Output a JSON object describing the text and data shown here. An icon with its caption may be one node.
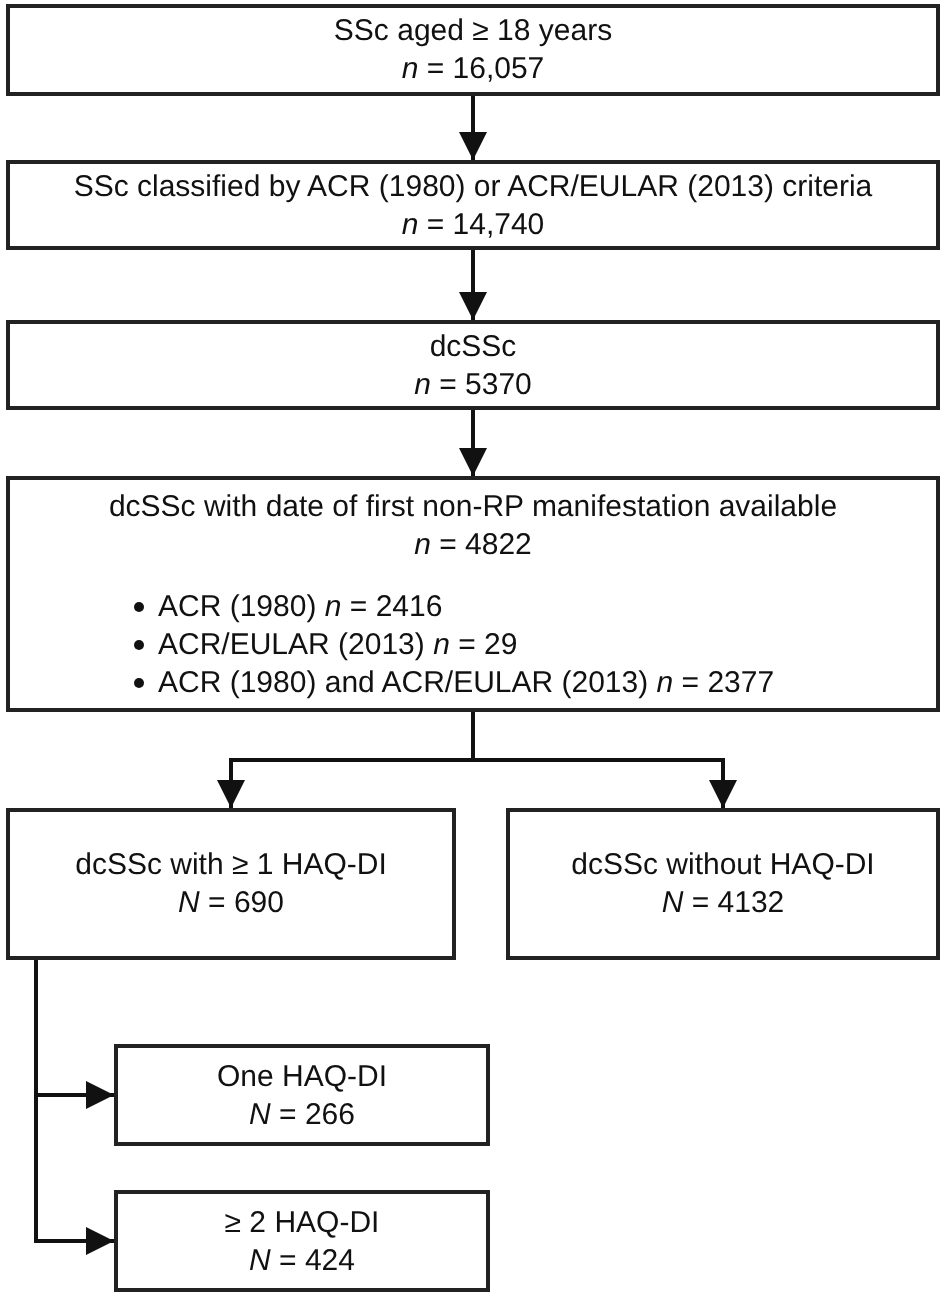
{
  "diagram": {
    "nodes": [
      {
        "text": [
          "SSc aged ≥ 18 years",
          "*n* = 16,057"
        ]
      },
      {
        "text": [
          "SSc classified by ACR (1980) or ACR/EULAR (2013) criteria",
          "*n* = 14,740"
        ]
      },
      {
        "text": [
          "dcSSc",
          "*n* = 5370"
        ]
      },
      {
        "text": [
          "dcSSc with date of first non-RP manifestation available",
          "*n* = 4822",
          "ACR (1980) *n* = 2416",
          "ACR/EULAR (2013) *n* = 29",
          "ACR (1980) and ACR/EULAR (2013) *n* = 2377"
        ]
      },
      {
        "text": [
          "dcSSc with ≥ 1 HAQ-DI",
          "*N* = 690"
        ]
      },
      {
        "text": [
          "dcSSc without HAQ-DI",
          "*N* = 4132"
        ]
      },
      {
        "text": [
          "One HAQ-DI",
          "*N* = 266"
        ]
      },
      {
        "text": [
          "≥ 2 HAQ-DI",
          "*N* = 424"
        ]
      }
    ],
    "edges": [
      {
        "from": 0,
        "to": 1,
        "arrow": "to"
      },
      {
        "from": 1,
        "to": 2,
        "arrow": "to"
      },
      {
        "from": 2,
        "to": 3,
        "arrow": "to"
      },
      {
        "from": 3,
        "to": 4,
        "arrow": "to"
      },
      {
        "from": 3,
        "to": 5,
        "arrow": "to"
      },
      {
        "from": 4,
        "to": 6,
        "arrow": "to"
      },
      {
        "from": 4,
        "to": 7,
        "arrow": "to"
      }
    ]
  }
}
